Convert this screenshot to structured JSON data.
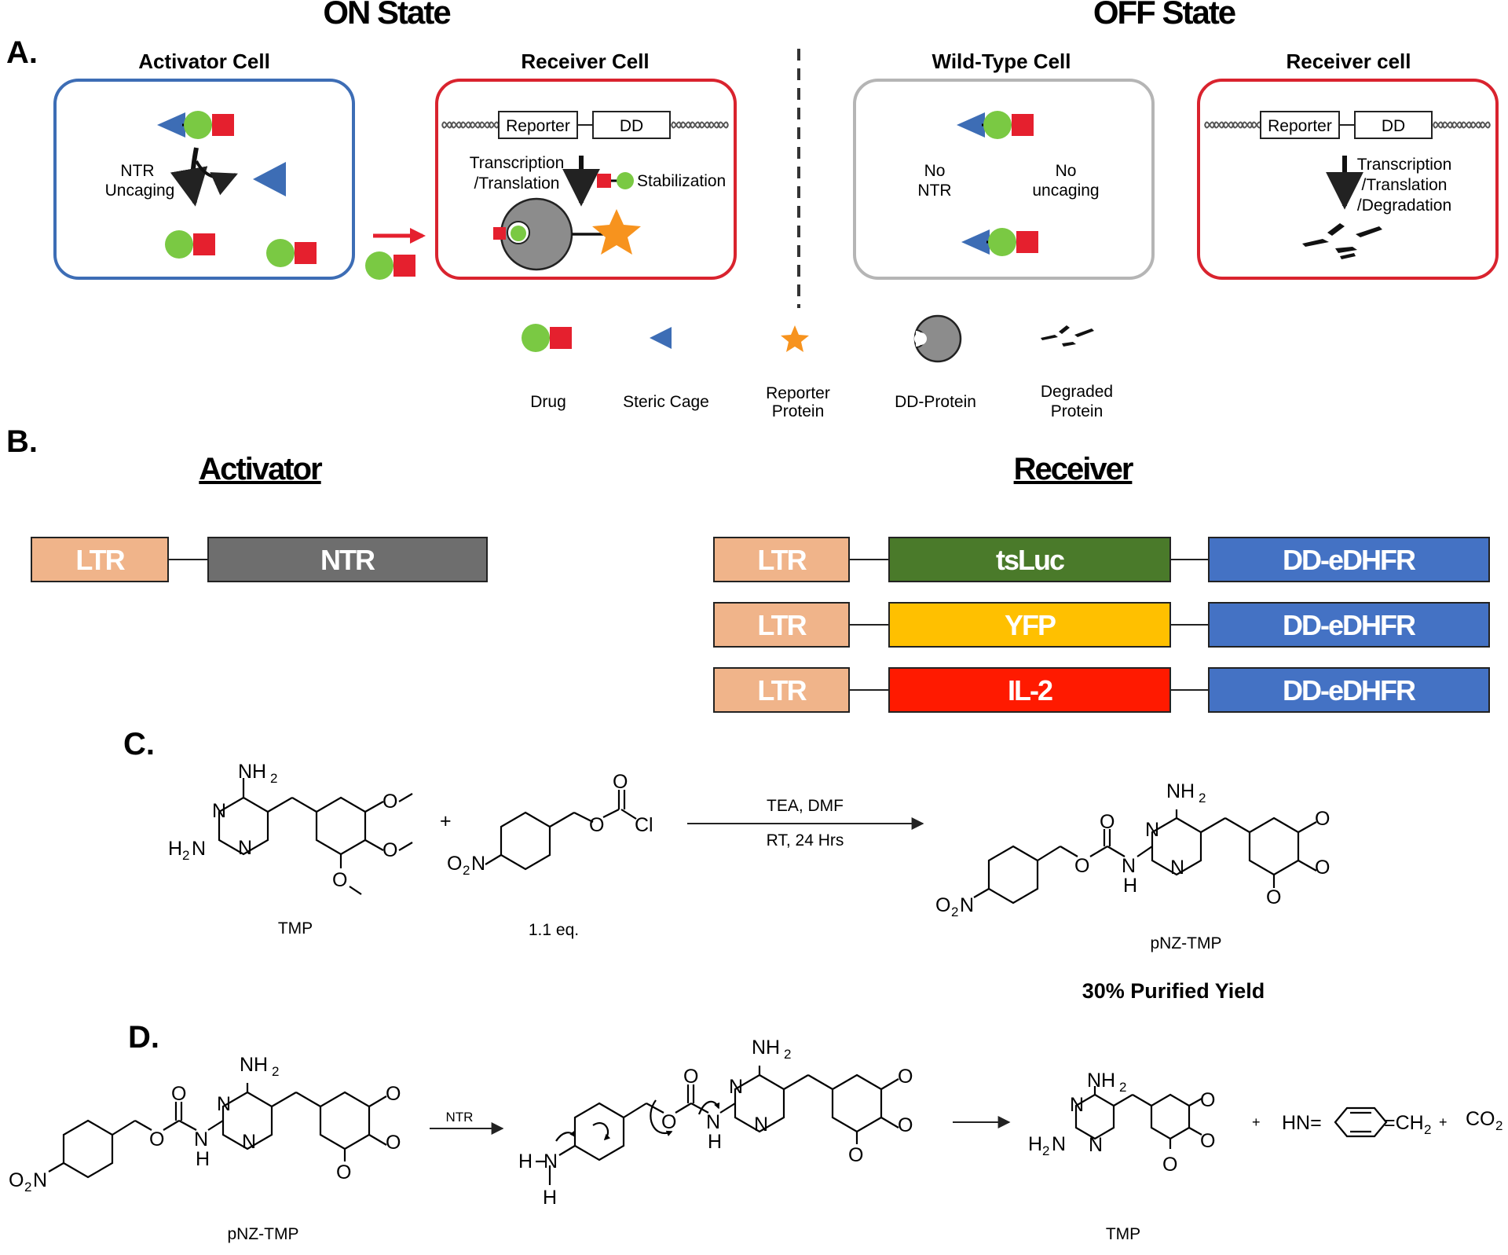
{
  "panels": {
    "a": "A.",
    "b": "B.",
    "c": "C.",
    "d": "D."
  },
  "states": {
    "on": "ON State",
    "off": "OFF State"
  },
  "cells": {
    "activator": "Activator Cell",
    "receiver_on": "Receiver Cell",
    "wildtype": "Wild-Type Cell",
    "receiver_off": "Receiver cell"
  },
  "on_labels": {
    "ntr_1": "NTR",
    "ntr_2": "Uncaging",
    "reporter": "Reporter",
    "dd": "DD",
    "tx_1": "Transcription",
    "tx_2": "/Translation",
    "stabilization": "Stabilization"
  },
  "off_labels": {
    "no_ntr_1": "No",
    "no_ntr_2": "NTR",
    "no_uncaging_1": "No",
    "no_uncaging_2": "uncaging",
    "reporter": "Reporter",
    "dd": "DD",
    "tx_1": "Transcription",
    "tx_2": "/Translation",
    "tx_3": "/Degradation"
  },
  "legend": [
    {
      "icon": "drug-icon",
      "line1": "Drug",
      "line2": ""
    },
    {
      "icon": "steric-cage-icon",
      "line1": "Steric Cage",
      "line2": ""
    },
    {
      "icon": "reporter-protein-icon",
      "line1": "Reporter",
      "line2": "Protein"
    },
    {
      "icon": "dd-protein-icon",
      "line1": "DD-Protein",
      "line2": ""
    },
    {
      "icon": "degraded-protein-icon",
      "line1": "Degraded",
      "line2": "Protein"
    }
  ],
  "constructs": {
    "activator_title": "Activator",
    "receiver_title": "Receiver",
    "activator": [
      "LTR",
      "NTR"
    ],
    "receiver": [
      [
        "LTR",
        "tsLuc",
        "DD-eDHFR"
      ],
      [
        "LTR",
        "YFP",
        "DD-eDHFR"
      ],
      [
        "LTR",
        "IL-2",
        "DD-eDHFR"
      ]
    ],
    "colors": {
      "ltr": "#f0b48a",
      "ntr": "#6e6e6e",
      "tsluc": "#4a7a2a",
      "yfp": "#ffc000",
      "il2": "#ff1a00",
      "dd": "#4472c4"
    }
  },
  "reaction_c": {
    "plus": "+",
    "conditions_1": "TEA, DMF",
    "conditions_2": "RT, 24 Hrs",
    "reactant_1": "TMP",
    "reactant_2": "1.1 eq.",
    "product": "pNZ-TMP",
    "yield": "30% Purified Yield"
  },
  "reaction_d": {
    "enzyme": "NTR",
    "start": "pNZ-TMP",
    "end": "TMP",
    "plus": "+",
    "byproduct_1": "HN=",
    "byproduct_1b": "=CH",
    "byproduct_2": "CO"
  },
  "atoms": {
    "nh2": "NH",
    "n": "N",
    "h2n": "H",
    "o": "O",
    "cl": "Cl",
    "o2n": "O",
    "h": "H",
    "sub2": "2"
  },
  "colors": {
    "activator_border": "#3d6db5",
    "receiver_border": "#d9232e",
    "wildtype_border": "#b5b5b5",
    "drug_green": "#7ac943",
    "drug_red": "#e5202e",
    "cage_blue": "#3d6db5",
    "star_orange": "#f7931e",
    "dd_gray": "#8c8c8c",
    "arrow_red": "#e5202e"
  }
}
